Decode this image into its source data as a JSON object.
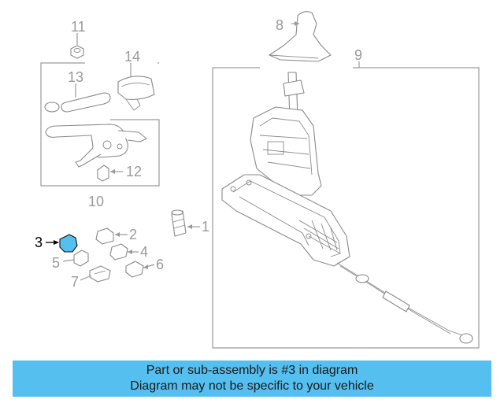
{
  "diagram": {
    "highlight_color": "#55bff0",
    "callouts": [
      {
        "id": "1",
        "text": "1"
      },
      {
        "id": "2",
        "text": "2"
      },
      {
        "id": "3",
        "text": "3"
      },
      {
        "id": "4",
        "text": "4"
      },
      {
        "id": "5",
        "text": "5"
      },
      {
        "id": "6",
        "text": "6"
      },
      {
        "id": "7",
        "text": "7"
      },
      {
        "id": "8",
        "text": "8"
      },
      {
        "id": "9",
        "text": "9"
      },
      {
        "id": "10",
        "text": "10"
      },
      {
        "id": "11",
        "text": "11"
      },
      {
        "id": "12",
        "text": "12"
      },
      {
        "id": "13",
        "text": "13"
      },
      {
        "id": "14",
        "text": "14"
      }
    ]
  },
  "banner": {
    "line1": "Part or sub-assembly is #3 in diagram",
    "line2": "Diagram may not be specific to your vehicle",
    "background": "#55bff0"
  }
}
